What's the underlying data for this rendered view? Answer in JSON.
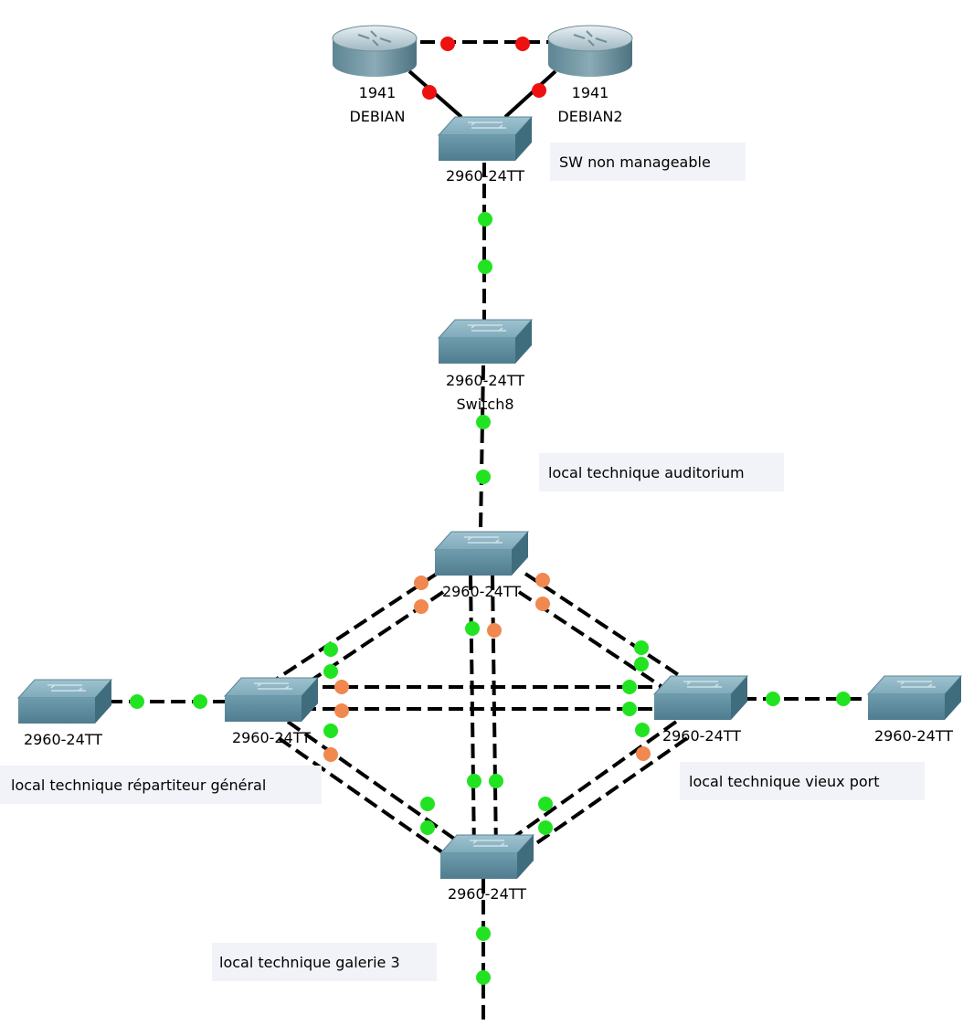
{
  "topology": {
    "devices": [
      {
        "id": "router-debian",
        "kind": "router",
        "model": "1941",
        "name": "DEBIAN"
      },
      {
        "id": "router-debian2",
        "kind": "router",
        "model": "1941",
        "name": "DEBIAN2"
      },
      {
        "id": "switch-top",
        "kind": "switch",
        "model": "2960-24TT",
        "name": ""
      },
      {
        "id": "switch8",
        "kind": "switch",
        "model": "2960-24TT",
        "name": "Switch8"
      },
      {
        "id": "switch-center",
        "kind": "switch",
        "model": "2960-24TT",
        "name": ""
      },
      {
        "id": "switch-left-core",
        "kind": "switch",
        "model": "2960-24TT",
        "name": ""
      },
      {
        "id": "switch-left-edge",
        "kind": "switch",
        "model": "2960-24TT",
        "name": ""
      },
      {
        "id": "switch-right-core",
        "kind": "switch",
        "model": "2960-24TT",
        "name": ""
      },
      {
        "id": "switch-right-edge",
        "kind": "switch",
        "model": "2960-24TT",
        "name": ""
      },
      {
        "id": "switch-bottom",
        "kind": "switch",
        "model": "2960-24TT",
        "name": ""
      }
    ],
    "notes": [
      {
        "id": "note-sw",
        "text": "SW non manageable"
      },
      {
        "id": "note-auditorium",
        "text": "local technique auditorium"
      },
      {
        "id": "note-repartiteur",
        "text": "local technique répartiteur général"
      },
      {
        "id": "note-vieux-port",
        "text": "local technique vieux port"
      },
      {
        "id": "note-galerie",
        "text": "local technique galerie 3"
      }
    ],
    "link_status_colors": {
      "up": "#22e322",
      "down": "#ee1111",
      "blocking": "#f08850"
    },
    "links": [
      {
        "from": "router-debian",
        "to": "router-debian2",
        "status_a": "down",
        "status_b": "down"
      },
      {
        "from": "router-debian",
        "to": "switch-top",
        "status_a": "down",
        "status_b": "none"
      },
      {
        "from": "router-debian2",
        "to": "switch-top",
        "status_a": "down",
        "status_b": "none"
      },
      {
        "from": "switch-top",
        "to": "switch8",
        "status_a": "up",
        "status_b": "up"
      },
      {
        "from": "switch8",
        "to": "switch-center",
        "status_a": "up",
        "status_b": "up"
      },
      {
        "from": "switch-center",
        "to": "switch-left-core",
        "status_a": "blocking",
        "status_b": "up"
      },
      {
        "from": "switch-center",
        "to": "switch-left-core",
        "status_a": "blocking",
        "status_b": "up"
      },
      {
        "from": "switch-center",
        "to": "switch-right-core",
        "status_a": "blocking",
        "status_b": "up"
      },
      {
        "from": "switch-center",
        "to": "switch-right-core",
        "status_a": "blocking",
        "status_b": "up"
      },
      {
        "from": "switch-center",
        "to": "switch-bottom",
        "status_a": "up",
        "status_b": "up"
      },
      {
        "from": "switch-center",
        "to": "switch-bottom",
        "status_a": "blocking",
        "status_b": "up"
      },
      {
        "from": "switch-left-core",
        "to": "switch-right-core",
        "status_a": "blocking",
        "status_b": "up"
      },
      {
        "from": "switch-left-core",
        "to": "switch-right-core",
        "status_a": "blocking",
        "status_b": "up"
      },
      {
        "from": "switch-left-core",
        "to": "switch-bottom",
        "status_a": "up",
        "status_b": "up"
      },
      {
        "from": "switch-left-core",
        "to": "switch-bottom",
        "status_a": "blocking",
        "status_b": "up"
      },
      {
        "from": "switch-right-core",
        "to": "switch-bottom",
        "status_a": "up",
        "status_b": "up"
      },
      {
        "from": "switch-right-core",
        "to": "switch-bottom",
        "status_a": "blocking",
        "status_b": "up"
      },
      {
        "from": "switch-left-edge",
        "to": "switch-left-core",
        "status_a": "up",
        "status_b": "up"
      },
      {
        "from": "switch-right-core",
        "to": "switch-right-edge",
        "status_a": "up",
        "status_b": "up"
      },
      {
        "from": "switch-bottom",
        "to": "offscreen",
        "status_a": "up",
        "status_b": "up"
      }
    ]
  }
}
